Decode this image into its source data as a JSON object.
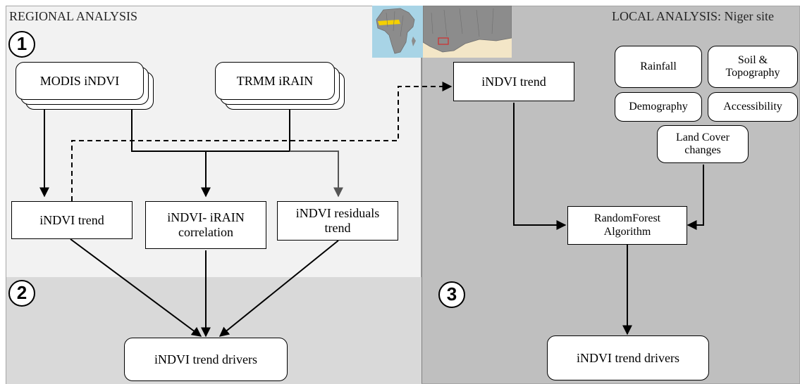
{
  "regional": {
    "title": "REGIONAL ANALYSIS",
    "badge_top": "1",
    "badge_bottom": "2",
    "inputs": {
      "modis": "MODIS iNDVI",
      "trmm": "TRMM iRAIN"
    },
    "outputs": {
      "trend": "iNDVI trend",
      "correlation_line1": "iNDVI- iRAIN",
      "correlation_line2": "correlation",
      "residuals_line1": "iNDVI residuals",
      "residuals_line2": "trend"
    },
    "drivers": "iNDVI trend drivers"
  },
  "local": {
    "title": "LOCAL ANALYSIS:  Niger site",
    "badge": "3",
    "trend": "iNDVI trend",
    "factors": {
      "rainfall": "Rainfall",
      "soil_line1": "Soil &",
      "soil_line2": "Topography",
      "demography": "Demography",
      "accessibility": "Accessibility",
      "landcover_line1": "Land Cover",
      "landcover_line2": "changes"
    },
    "algorithm_line1": "RandomForest",
    "algorithm_line2": "Algorithm",
    "drivers": "iNDVI trend drivers"
  },
  "colors": {
    "regional_top_bg": "#f2f2f2",
    "regional_bottom_bg": "#d9d9d9",
    "local_bg": "#bfbfbf",
    "ocean": "#a8d4e6",
    "land": "#8c8c8c",
    "highlight_band": "#f5d000",
    "site_marker": "#cc3333"
  },
  "icons": {
    "map_africa": "africa-map-icon",
    "map_niger": "niger-region-map-icon"
  }
}
